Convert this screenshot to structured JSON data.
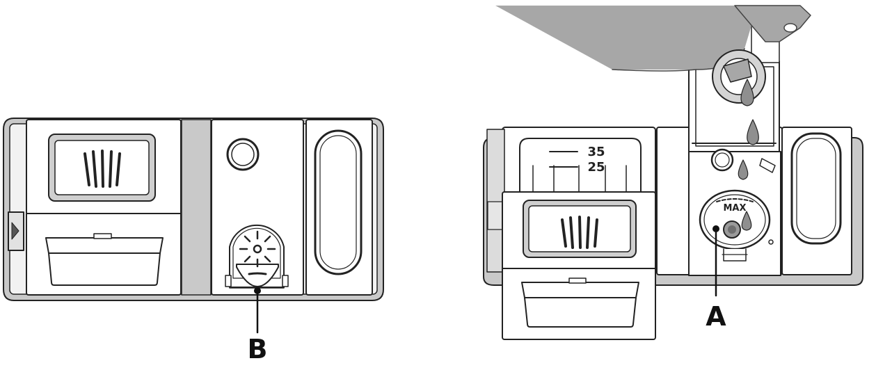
{
  "figure": {
    "left_panel": {
      "callout": "B",
      "description": "closed-dispenser"
    },
    "right_panel": {
      "callout": "A",
      "indicator_text": "MAX",
      "scale_upper": "35",
      "scale_lower": "25"
    }
  },
  "colors": {
    "outline": "#222222",
    "housing_fill": "#c9c9c9",
    "panel_fill": "#ffffff",
    "shade_fill": "#d4d4d4",
    "bottle_fill": "#a7a7a7",
    "drop_fill": "#8f8f8f",
    "label": "#111111"
  }
}
